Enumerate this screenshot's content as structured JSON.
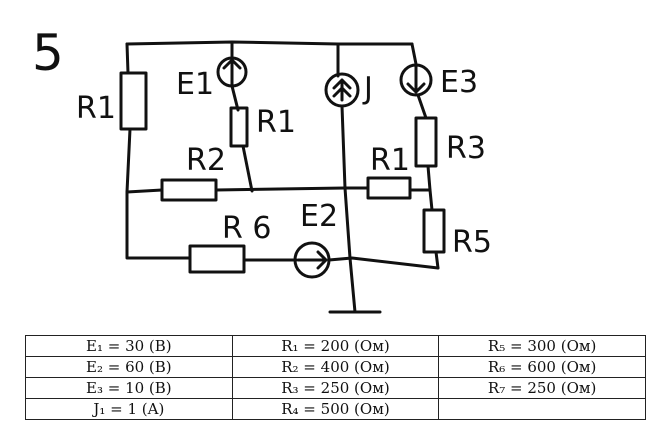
{
  "diagram": {
    "problem_number": "5",
    "labels": {
      "E1": "E1",
      "E2": "E2",
      "E3": "E3",
      "J": "J",
      "R1_left": "R1",
      "R1_mid": "R1",
      "R2": "R2",
      "R3": "R3",
      "R4": "R1",
      "R5": "R5",
      "R6": "R 6"
    }
  },
  "table": {
    "rows": [
      [
        "E₁ = 30 (B)",
        "R₁ = 200 (Ом)",
        "R₅ = 300 (Ом)"
      ],
      [
        "E₂ = 60 (B)",
        "R₂ = 400 (Ом)",
        "R₆ = 600 (Ом)"
      ],
      [
        "E₃ = 10 (B)",
        "R₃ = 250 (Ом)",
        "R₇ = 250 (Ом)"
      ],
      [
        "J₁ = 1 (A)",
        "R₄ = 500 (Ом)",
        ""
      ]
    ]
  }
}
